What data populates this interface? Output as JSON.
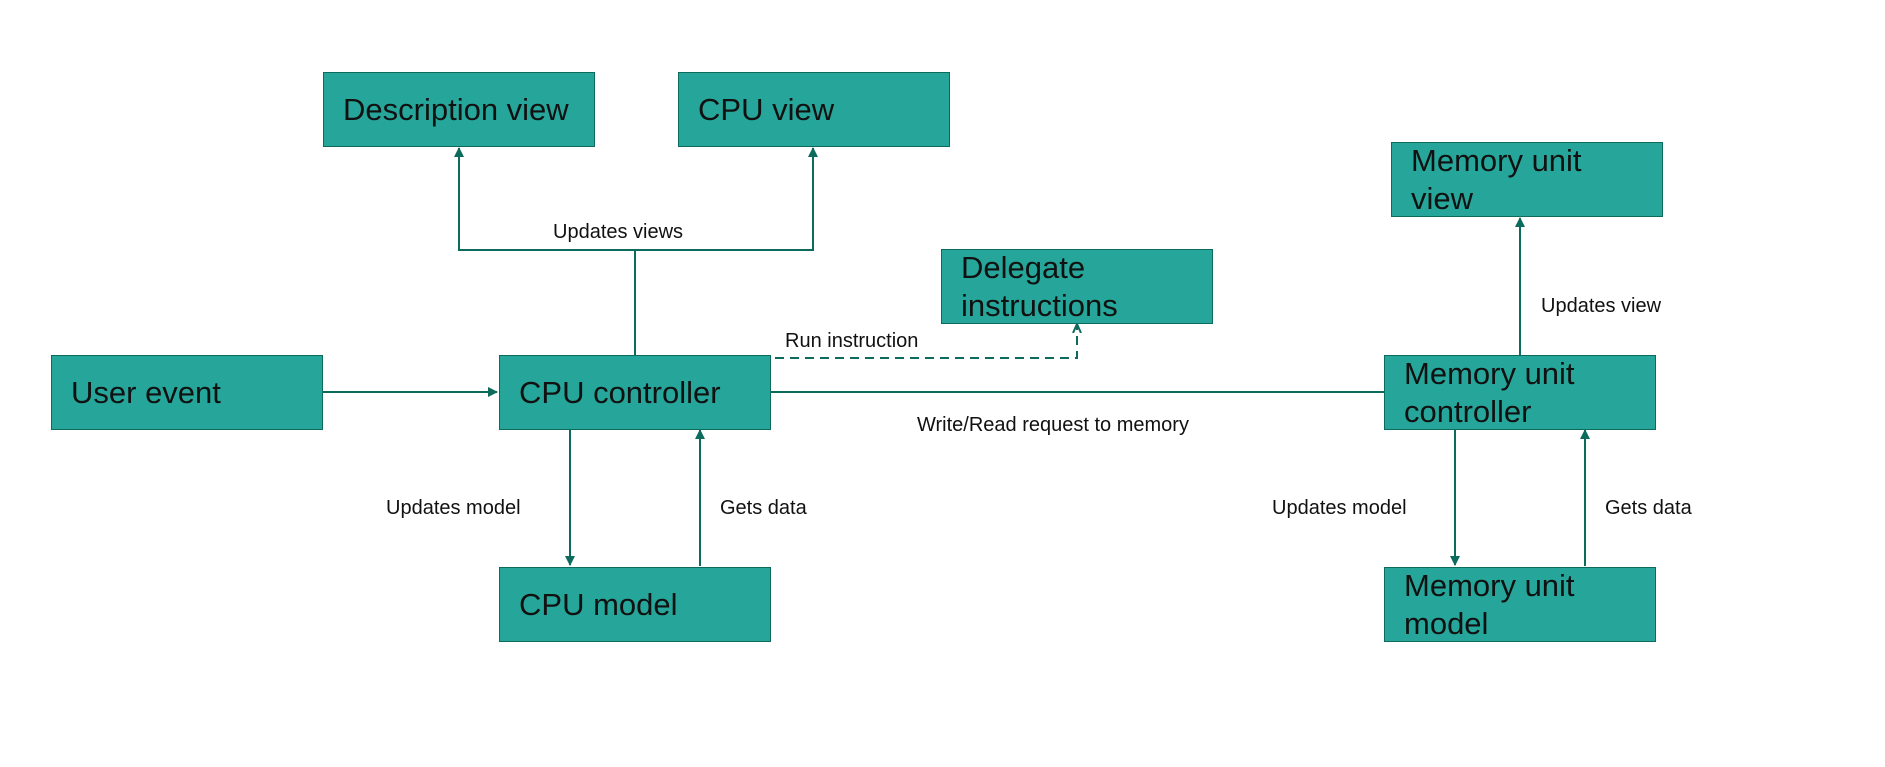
{
  "nodes": {
    "description_view": "Description view",
    "cpu_view": "CPU view",
    "memory_unit_view": "Memory unit view",
    "delegate_instructions": "Delegate instructions",
    "user_event": "User event",
    "cpu_controller": "CPU controller",
    "memory_unit_controller": "Memory unit controller",
    "cpu_model": "CPU model",
    "memory_unit_model": "Memory unit model"
  },
  "edges": {
    "updates_views": "Updates views",
    "run_instruction": "Run instruction",
    "updates_view": "Updates view",
    "write_read_request": "Write/Read request to memory",
    "cpu_updates_model": "Updates model",
    "cpu_gets_data": "Gets data",
    "mem_updates_model": "Updates model",
    "mem_gets_data": "Gets data"
  },
  "colors": {
    "box_fill": "#26a69a",
    "box_border": "#0d6b5e",
    "connector": "#0d6b5e"
  }
}
